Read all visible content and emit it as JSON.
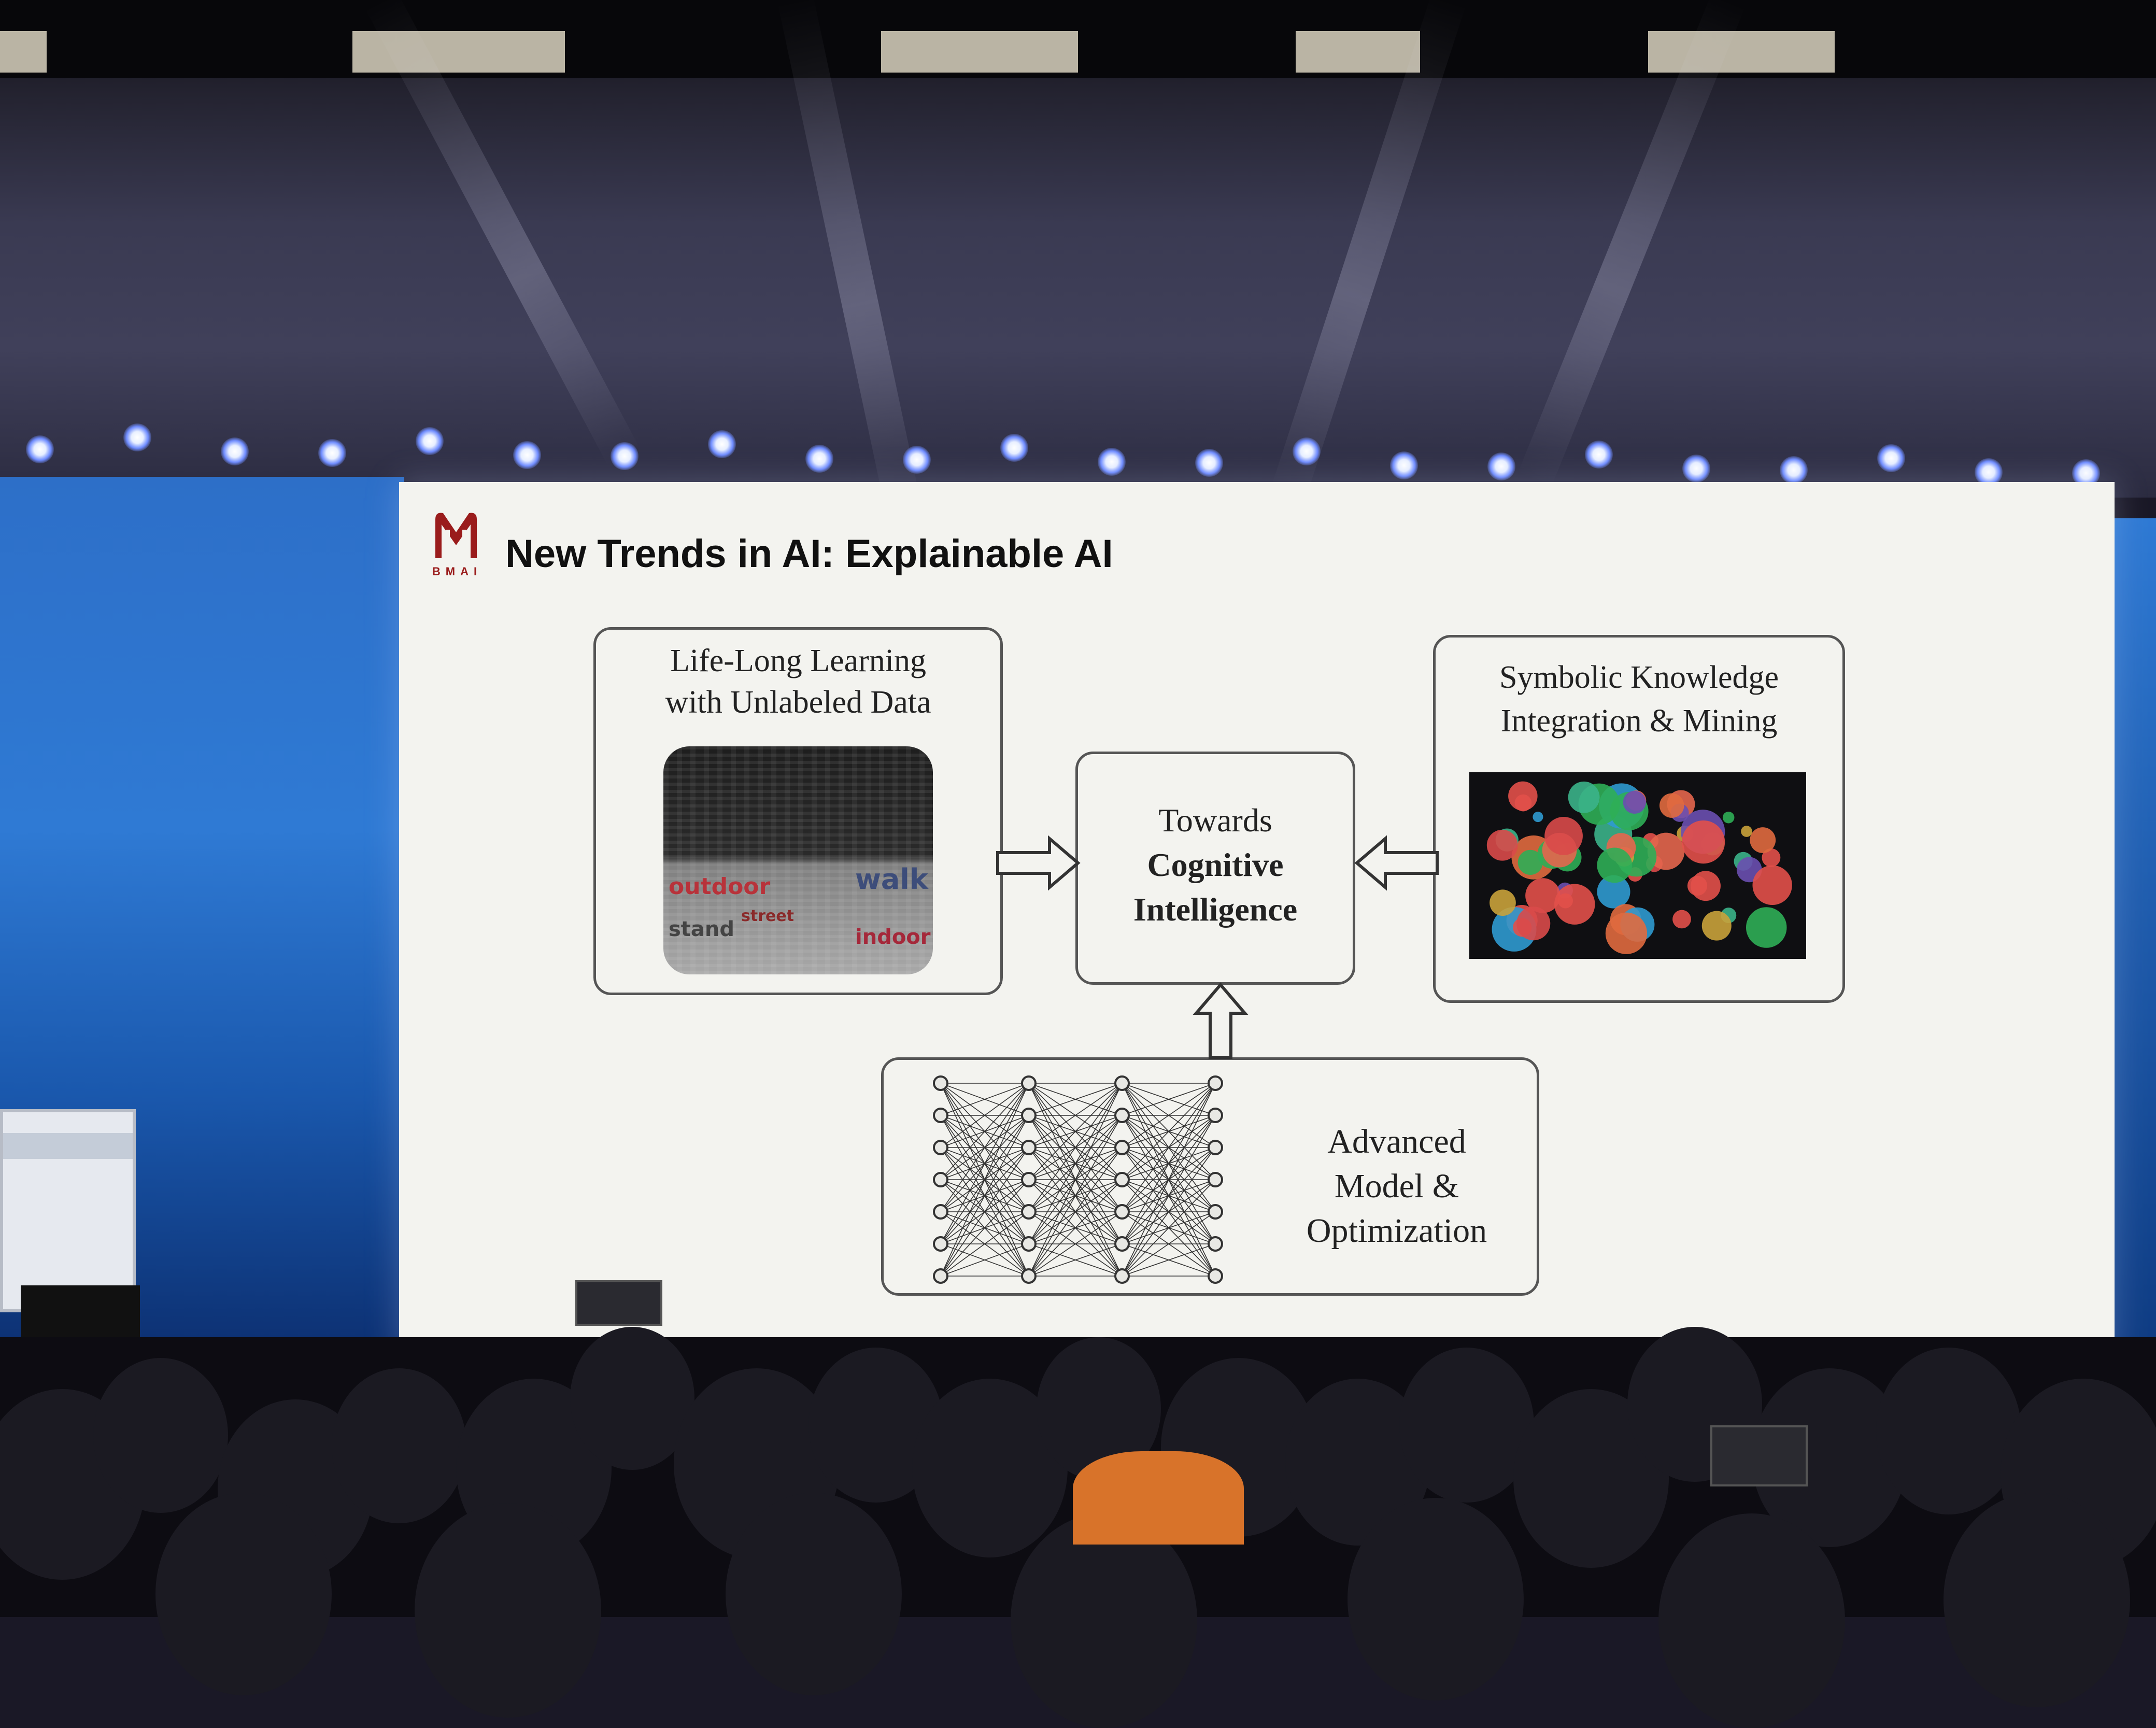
{
  "slide": {
    "title": "New Trends in AI: Explainable AI",
    "logo_text": "BMAI",
    "boxes": {
      "lifelong": {
        "line1": "Life-Long Learning",
        "line2": "with Unlabeled Data",
        "image_words": [
          "outdoor",
          "walk",
          "stand",
          "street",
          "indoor"
        ]
      },
      "center": {
        "line1": "Towards",
        "line2": "Cognitive",
        "line3": "Intelligence"
      },
      "symbolic": {
        "line1": "Symbolic Knowledge",
        "line2": "Integration & Mining"
      },
      "model": {
        "line1": "Advanced",
        "line2": "Model &",
        "line3": "Optimization"
      }
    }
  },
  "colors": {
    "slide_bg": "#f3f3ef",
    "logo": "#9a1c1c",
    "wall": "#2f7ad4",
    "hood": "#d8732a"
  },
  "icons": [
    "logo-icon",
    "arrow-right-icon",
    "arrow-left-icon",
    "arrow-up-icon",
    "neural-network-icon",
    "word-cloud-image",
    "knowledge-graph-image"
  ]
}
